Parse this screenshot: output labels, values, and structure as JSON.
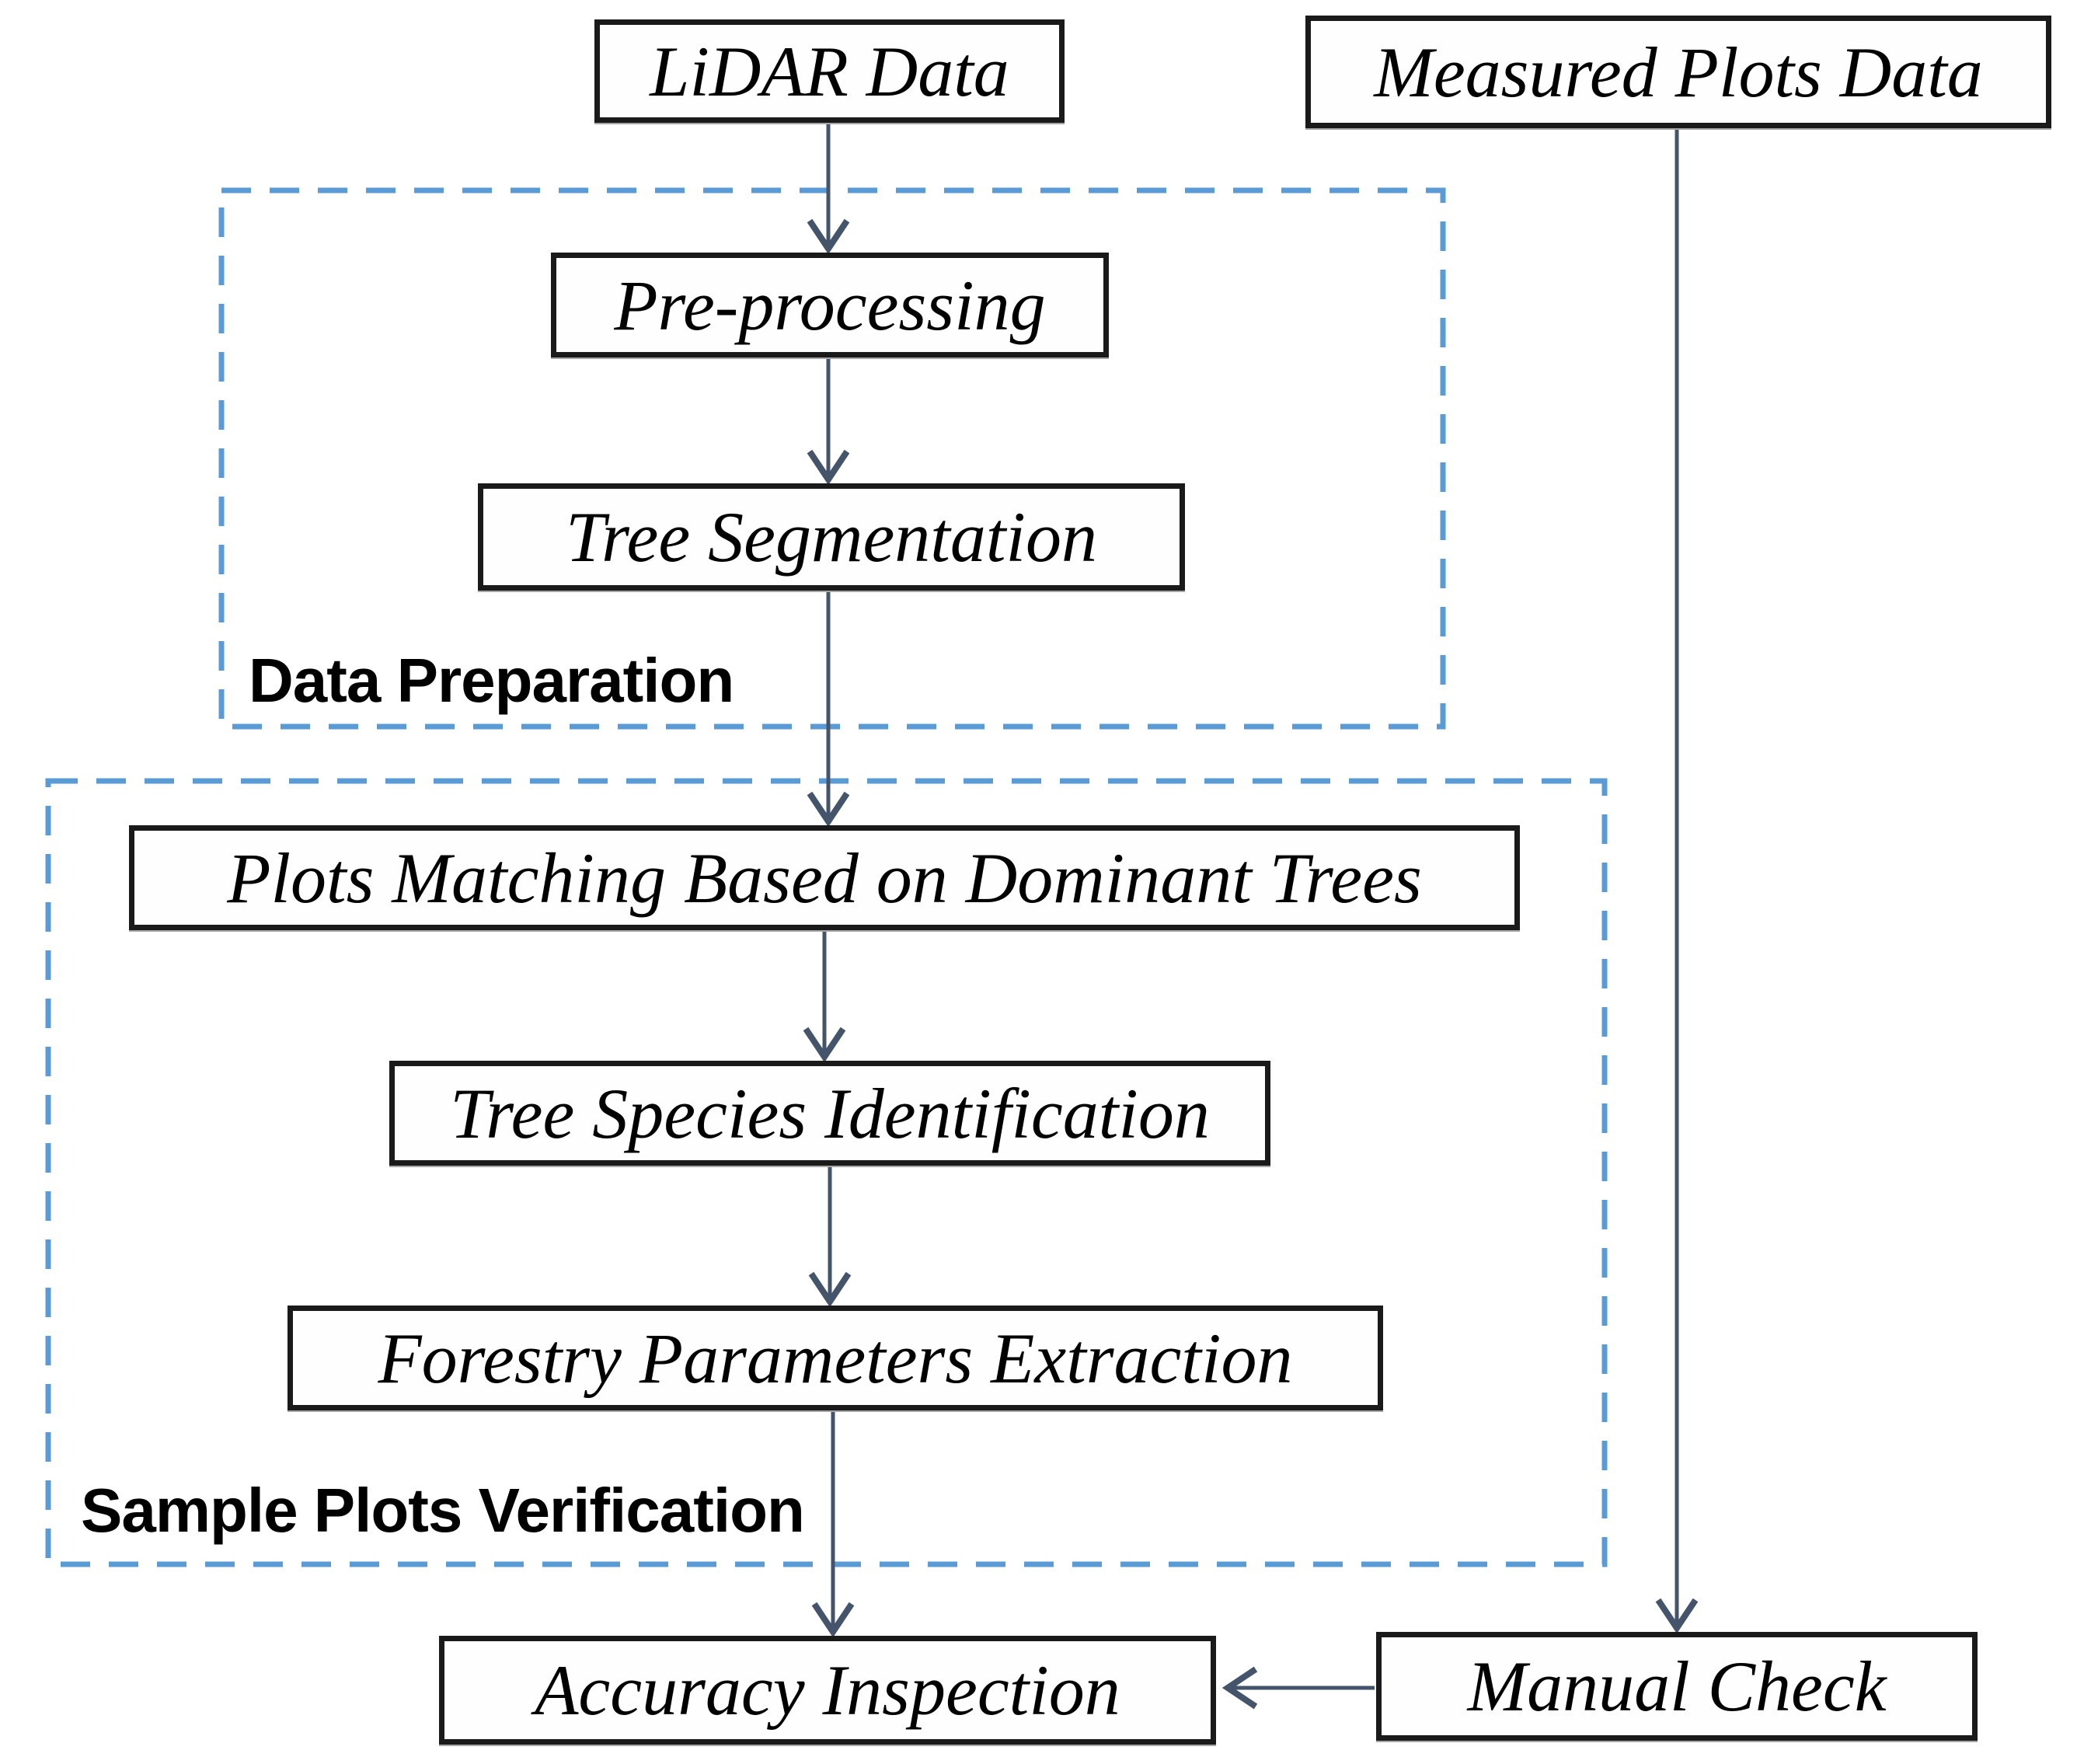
{
  "diagram": {
    "nodes": {
      "lidar_data": {
        "label": "LiDAR Data"
      },
      "measured_plots_data": {
        "label": "Measured Plots Data"
      },
      "pre_processing": {
        "label": "Pre-processing"
      },
      "tree_segmentation": {
        "label": "Tree Segmentation"
      },
      "plots_matching": {
        "label": "Plots Matching Based on Dominant Trees"
      },
      "tree_species_identification": {
        "label": "Tree Species Identification"
      },
      "forestry_parameters_extraction": {
        "label": "Forestry Parameters Extraction"
      },
      "accuracy_inspection": {
        "label": "Accuracy Inspection"
      },
      "manual_check": {
        "label": "Manual Check"
      }
    },
    "groups": {
      "data_preparation": {
        "label": "Data Preparation",
        "members": [
          "pre_processing",
          "tree_segmentation"
        ]
      },
      "sample_plots_verification": {
        "label": "Sample Plots Verification",
        "members": [
          "plots_matching",
          "tree_species_identification",
          "forestry_parameters_extraction"
        ]
      }
    },
    "edges": [
      {
        "from": "lidar_data",
        "to": "pre_processing"
      },
      {
        "from": "pre_processing",
        "to": "tree_segmentation"
      },
      {
        "from": "tree_segmentation",
        "to": "plots_matching"
      },
      {
        "from": "plots_matching",
        "to": "tree_species_identification"
      },
      {
        "from": "tree_species_identification",
        "to": "forestry_parameters_extraction"
      },
      {
        "from": "forestry_parameters_extraction",
        "to": "accuracy_inspection"
      },
      {
        "from": "measured_plots_data",
        "to": "manual_check"
      },
      {
        "from": "manual_check",
        "to": "accuracy_inspection"
      }
    ],
    "colors": {
      "background": "#ffffff",
      "node_border": "#1a1a1a",
      "node_fill": "#fefefe",
      "text": "#000000",
      "group_dashed_border": "#5b9bd5",
      "arrow": "#44546a"
    }
  }
}
